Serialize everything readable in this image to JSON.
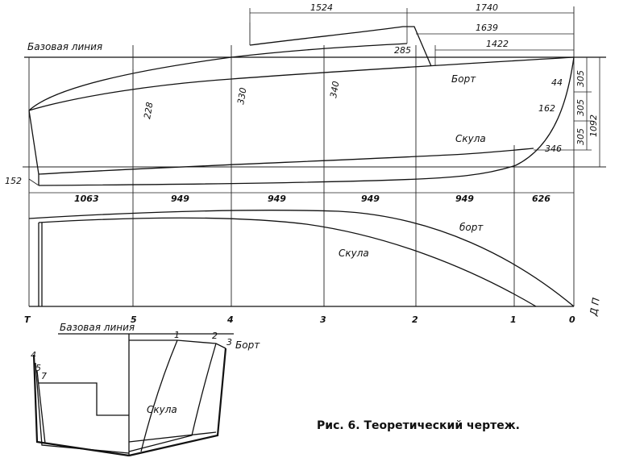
{
  "labels": {
    "baseline_top": "Базовая линия",
    "baseline_section": "Базовая линия",
    "bort_profile": "Борт",
    "skula_profile": "Скула",
    "bort_plan": "борт",
    "skula_plan": "Скула",
    "bort_section": "Борт",
    "skula_section": "Скула",
    "dp": "Д П",
    "caption": "Рис. 6. Теоретический чертеж."
  },
  "dimensions": {
    "d1524": "1524",
    "d1740": "1740",
    "d1639": "1639",
    "d1422": "1422",
    "d285": "285",
    "d228": "228",
    "d330": "330",
    "d340": "340",
    "d44": "44",
    "d305a": "305",
    "d305b": "305",
    "d305c": "305",
    "d1092": "1092",
    "d162": "162",
    "d346": "346",
    "d152": "152",
    "spacing": [
      "1063",
      "949",
      "949",
      "949",
      "949",
      "626"
    ]
  },
  "stations": [
    "T",
    "5",
    "4",
    "3",
    "2",
    "1",
    "0"
  ],
  "section_marks": [
    "1",
    "2",
    "3",
    "4",
    "5",
    "7"
  ]
}
